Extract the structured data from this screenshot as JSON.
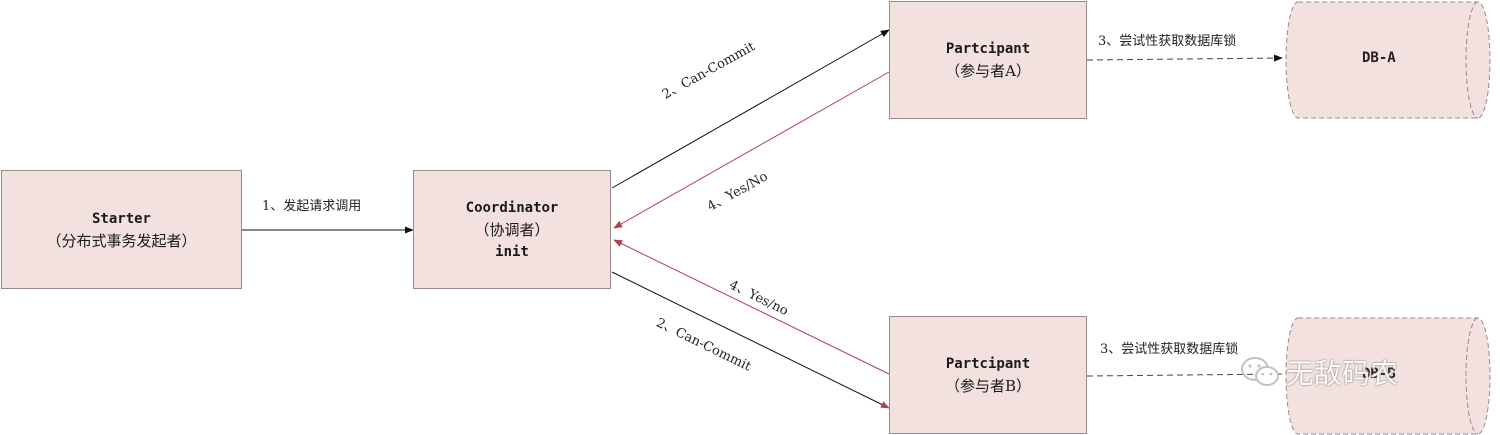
{
  "nodes": {
    "starter": {
      "title": "Starter",
      "subtitle": "（分布式事务发起者）"
    },
    "coordinator": {
      "title": "Coordinator",
      "subtitle": "（协调者）",
      "state": "init"
    },
    "participant_a": {
      "title": "Partcipant",
      "subtitle": "（参与者A）"
    },
    "participant_b": {
      "title": "Partcipant",
      "subtitle": "（参与者B）"
    },
    "db_a": {
      "label": "DB-A"
    },
    "db_b": {
      "label": "DB-B"
    }
  },
  "edges": {
    "start_call": "1、发起请求调用",
    "can_commit_a": "2、Can-Commit",
    "reply_a": "4、Yes/No",
    "can_commit_b": "2、Can-Commit",
    "reply_b": "4、Yes/no",
    "lock_a": "3、尝试性获取数据库锁",
    "lock_b": "3、尝试性获取数据库锁"
  },
  "watermark": {
    "text": "无敌码农"
  },
  "colors": {
    "node_fill": "#f2e1df",
    "node_stroke": "#9a8a88",
    "arrow": "#111111",
    "reply_arrow": "#b04050"
  }
}
